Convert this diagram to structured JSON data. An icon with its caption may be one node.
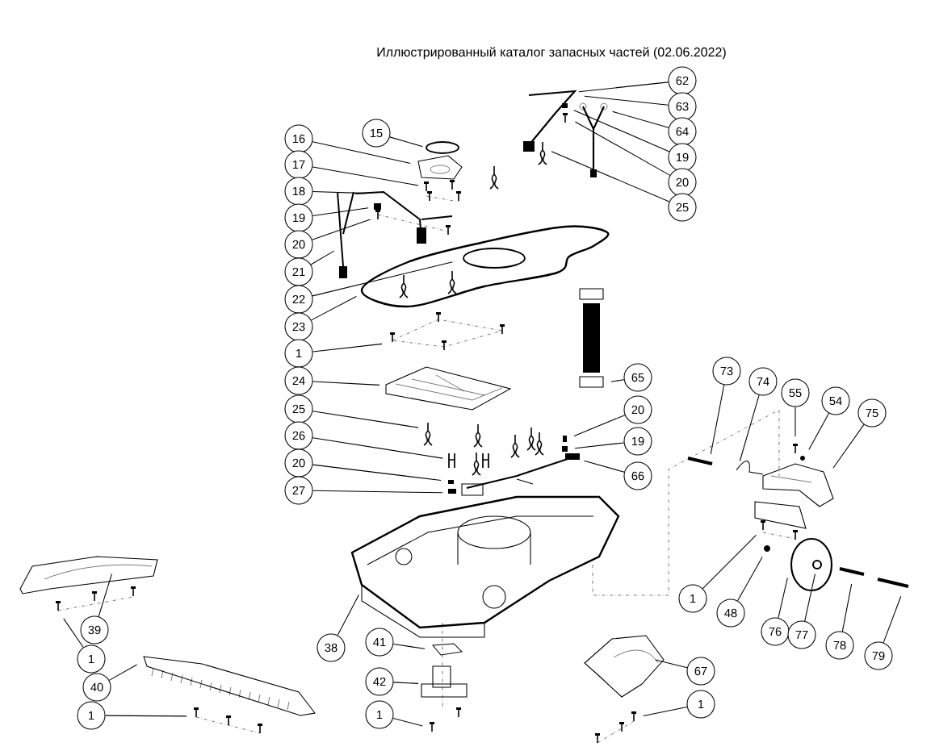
{
  "diagram": {
    "title": "Иллюстрированный каталог запасных частей (02.06.2022)",
    "nodes": [
      {
        "text": [
          "15"
        ]
      },
      {
        "text": [
          "16"
        ]
      },
      {
        "text": [
          "17"
        ]
      },
      {
        "text": [
          "18"
        ]
      },
      {
        "text": [
          "19"
        ]
      },
      {
        "text": [
          "20"
        ]
      },
      {
        "text": [
          "21"
        ]
      },
      {
        "text": [
          "22"
        ]
      },
      {
        "text": [
          "23"
        ]
      },
      {
        "text": [
          "1"
        ]
      },
      {
        "text": [
          "24"
        ]
      },
      {
        "text": [
          "25"
        ]
      },
      {
        "text": [
          "26"
        ]
      },
      {
        "text": [
          "20"
        ]
      },
      {
        "text": [
          "27"
        ]
      },
      {
        "text": [
          "62"
        ]
      },
      {
        "text": [
          "63"
        ]
      },
      {
        "text": [
          "64"
        ]
      },
      {
        "text": [
          "19"
        ]
      },
      {
        "text": [
          "20"
        ]
      },
      {
        "text": [
          "25"
        ]
      },
      {
        "text": [
          "65"
        ]
      },
      {
        "text": [
          "20"
        ]
      },
      {
        "text": [
          "19"
        ]
      },
      {
        "text": [
          "66"
        ]
      },
      {
        "text": [
          "73"
        ]
      },
      {
        "text": [
          "74"
        ]
      },
      {
        "text": [
          "55"
        ]
      },
      {
        "text": [
          "54"
        ]
      },
      {
        "text": [
          "75"
        ]
      },
      {
        "text": [
          "1"
        ]
      },
      {
        "text": [
          "48"
        ]
      },
      {
        "text": [
          "76"
        ]
      },
      {
        "text": [
          "77"
        ]
      },
      {
        "text": [
          "78"
        ]
      },
      {
        "text": [
          "79"
        ]
      },
      {
        "text": [
          "39"
        ]
      },
      {
        "text": [
          "1"
        ]
      },
      {
        "text": [
          "40"
        ]
      },
      {
        "text": [
          "1"
        ]
      },
      {
        "text": [
          "38"
        ]
      },
      {
        "text": [
          "41"
        ]
      },
      {
        "text": [
          "42"
        ]
      },
      {
        "text": [
          "1"
        ]
      },
      {
        "text": [
          "67"
        ]
      },
      {
        "text": [
          "1"
        ]
      }
    ],
    "edges": [
      {
        "from": 0,
        "to": null,
        "arrow": "none"
      },
      {
        "from": 1,
        "to": null,
        "arrow": "none"
      },
      {
        "from": 2,
        "to": null,
        "arrow": "none"
      },
      {
        "from": 3,
        "to": null,
        "arrow": "none"
      },
      {
        "from": 4,
        "to": null,
        "arrow": "none"
      },
      {
        "from": 5,
        "to": null,
        "arrow": "none"
      },
      {
        "from": 6,
        "to": null,
        "arrow": "none"
      },
      {
        "from": 7,
        "to": null,
        "arrow": "none"
      },
      {
        "from": 8,
        "to": null,
        "arrow": "none"
      },
      {
        "from": 9,
        "to": null,
        "arrow": "none"
      },
      {
        "from": 10,
        "to": null,
        "arrow": "none"
      },
      {
        "from": 11,
        "to": null,
        "arrow": "none"
      },
      {
        "from": 12,
        "to": null,
        "arrow": "none"
      },
      {
        "from": 13,
        "to": null,
        "arrow": "none"
      },
      {
        "from": 14,
        "to": null,
        "arrow": "none"
      },
      {
        "from": 15,
        "to": null,
        "arrow": "none"
      },
      {
        "from": 16,
        "to": null,
        "arrow": "none"
      },
      {
        "from": 17,
        "to": null,
        "arrow": "none"
      },
      {
        "from": 18,
        "to": null,
        "arrow": "none"
      },
      {
        "from": 19,
        "to": null,
        "arrow": "none"
      },
      {
        "from": 20,
        "to": null,
        "arrow": "none"
      },
      {
        "from": 21,
        "to": null,
        "arrow": "none"
      },
      {
        "from": 22,
        "to": null,
        "arrow": "none"
      },
      {
        "from": 23,
        "to": null,
        "arrow": "none"
      },
      {
        "from": 24,
        "to": null,
        "arrow": "none"
      },
      {
        "from": 25,
        "to": null,
        "arrow": "none"
      },
      {
        "from": 26,
        "to": null,
        "arrow": "none"
      },
      {
        "from": 27,
        "to": null,
        "arrow": "none"
      },
      {
        "from": 28,
        "to": null,
        "arrow": "none"
      },
      {
        "from": 29,
        "to": null,
        "arrow": "none"
      },
      {
        "from": 30,
        "to": null,
        "arrow": "none"
      },
      {
        "from": 31,
        "to": null,
        "arrow": "none"
      },
      {
        "from": 32,
        "to": null,
        "arrow": "none"
      },
      {
        "from": 33,
        "to": null,
        "arrow": "none"
      },
      {
        "from": 34,
        "to": null,
        "arrow": "none"
      },
      {
        "from": 35,
        "to": null,
        "arrow": "none"
      },
      {
        "from": 36,
        "to": null,
        "arrow": "none"
      },
      {
        "from": 37,
        "to": null,
        "arrow": "none"
      },
      {
        "from": 38,
        "to": null,
        "arrow": "none"
      },
      {
        "from": 39,
        "to": null,
        "arrow": "none"
      },
      {
        "from": 40,
        "to": null,
        "arrow": "none"
      },
      {
        "from": 41,
        "to": null,
        "arrow": "none"
      },
      {
        "from": 42,
        "to": null,
        "arrow": "none"
      },
      {
        "from": 43,
        "to": null,
        "arrow": "none"
      },
      {
        "from": 44,
        "to": null,
        "arrow": "none"
      },
      {
        "from": 45,
        "to": null,
        "arrow": "none"
      }
    ]
  }
}
